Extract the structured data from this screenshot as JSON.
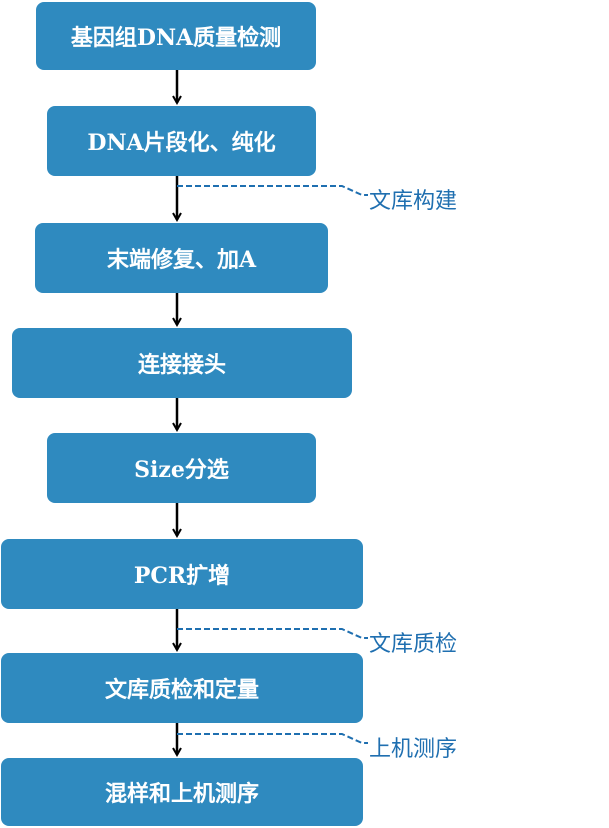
{
  "steps": [
    "基因组DNA质量检测",
    "DNA片段化、纯化",
    "末端修复、加A",
    "连接接头",
    "Size分选",
    "PCR扩增",
    "文库质检和定量",
    "混样和上机测序"
  ],
  "annotations": {
    "library_construction": "文库构建",
    "library_qc": "文库质检",
    "sequencing": "上机测序"
  },
  "colors": {
    "box_fill": "#2f8abf",
    "box_text": "#ffffff",
    "arrow": "#000000",
    "dashed_line": "#1f6fb0",
    "annotation_text": "#1f6fb0"
  }
}
